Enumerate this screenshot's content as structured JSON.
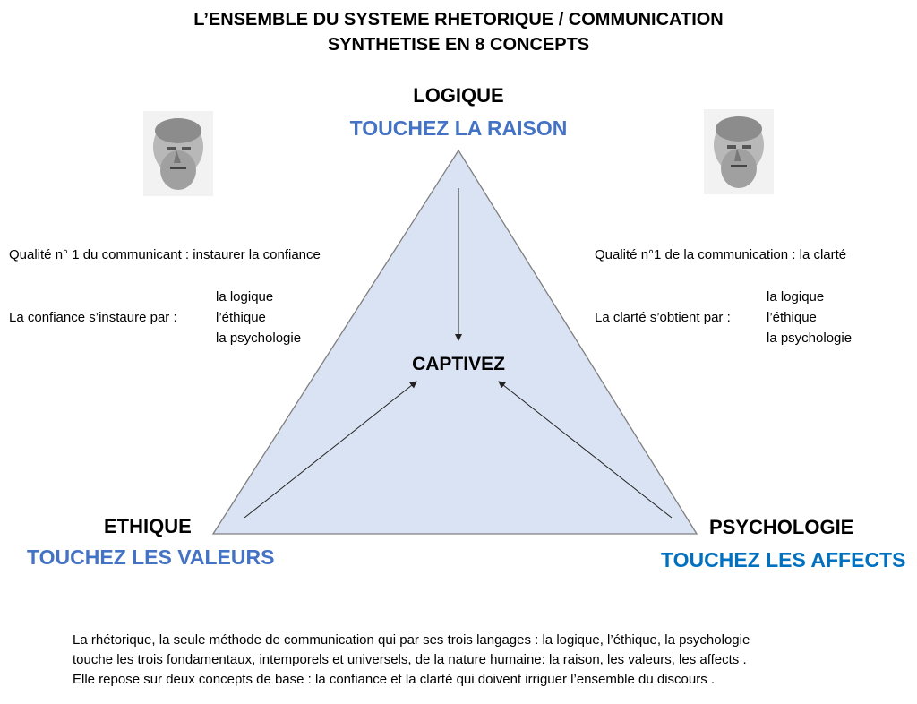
{
  "title": {
    "line1": "L’ENSEMBLE DU SYSTEME RHETORIQUE / COMMUNICATION",
    "line2": "SYNTHETISE EN 8 CONCEPTS"
  },
  "top": {
    "label": "LOGIQUE",
    "sub": "TOUCHEZ LA RAISON"
  },
  "left": {
    "label": "ETHIQUE",
    "sub": "TOUCHEZ LES VALEURS"
  },
  "right": {
    "label": "PSYCHOLOGIE",
    "sub": "TOUCHEZ LES AFFECTS"
  },
  "center": {
    "label": "CAPTIVEZ"
  },
  "left_panel": {
    "quality": "Qualité n° 1 du communicant : instaurer la confiance",
    "intro": "La confiance s’instaure par :",
    "items": [
      "la logique",
      "l’éthique",
      "la psychologie"
    ]
  },
  "right_panel": {
    "quality": "Qualité n°1 de la communication : la clarté",
    "intro": "La clarté s’obtient par :",
    "items": [
      "la logique",
      "l’éthique",
      "la psychologie"
    ]
  },
  "footer": {
    "line1": "La rhétorique, la seule méthode de communication qui par ses trois langages : la logique, l’éthique, la psychologie",
    "line2": "touche les trois fondamentaux, intemporels et universels, de la nature humaine: la raison, les valeurs, les affects .",
    "line3": "Elle repose sur deux concepts de base : la confiance et la clarté qui doivent irriguer l’ensemble du discours ."
  },
  "colors": {
    "accent": "#4472C4",
    "accent2": "#0070C0",
    "triangle_fill": "#DAE3F3",
    "triangle_stroke": "#7F7F7F"
  }
}
